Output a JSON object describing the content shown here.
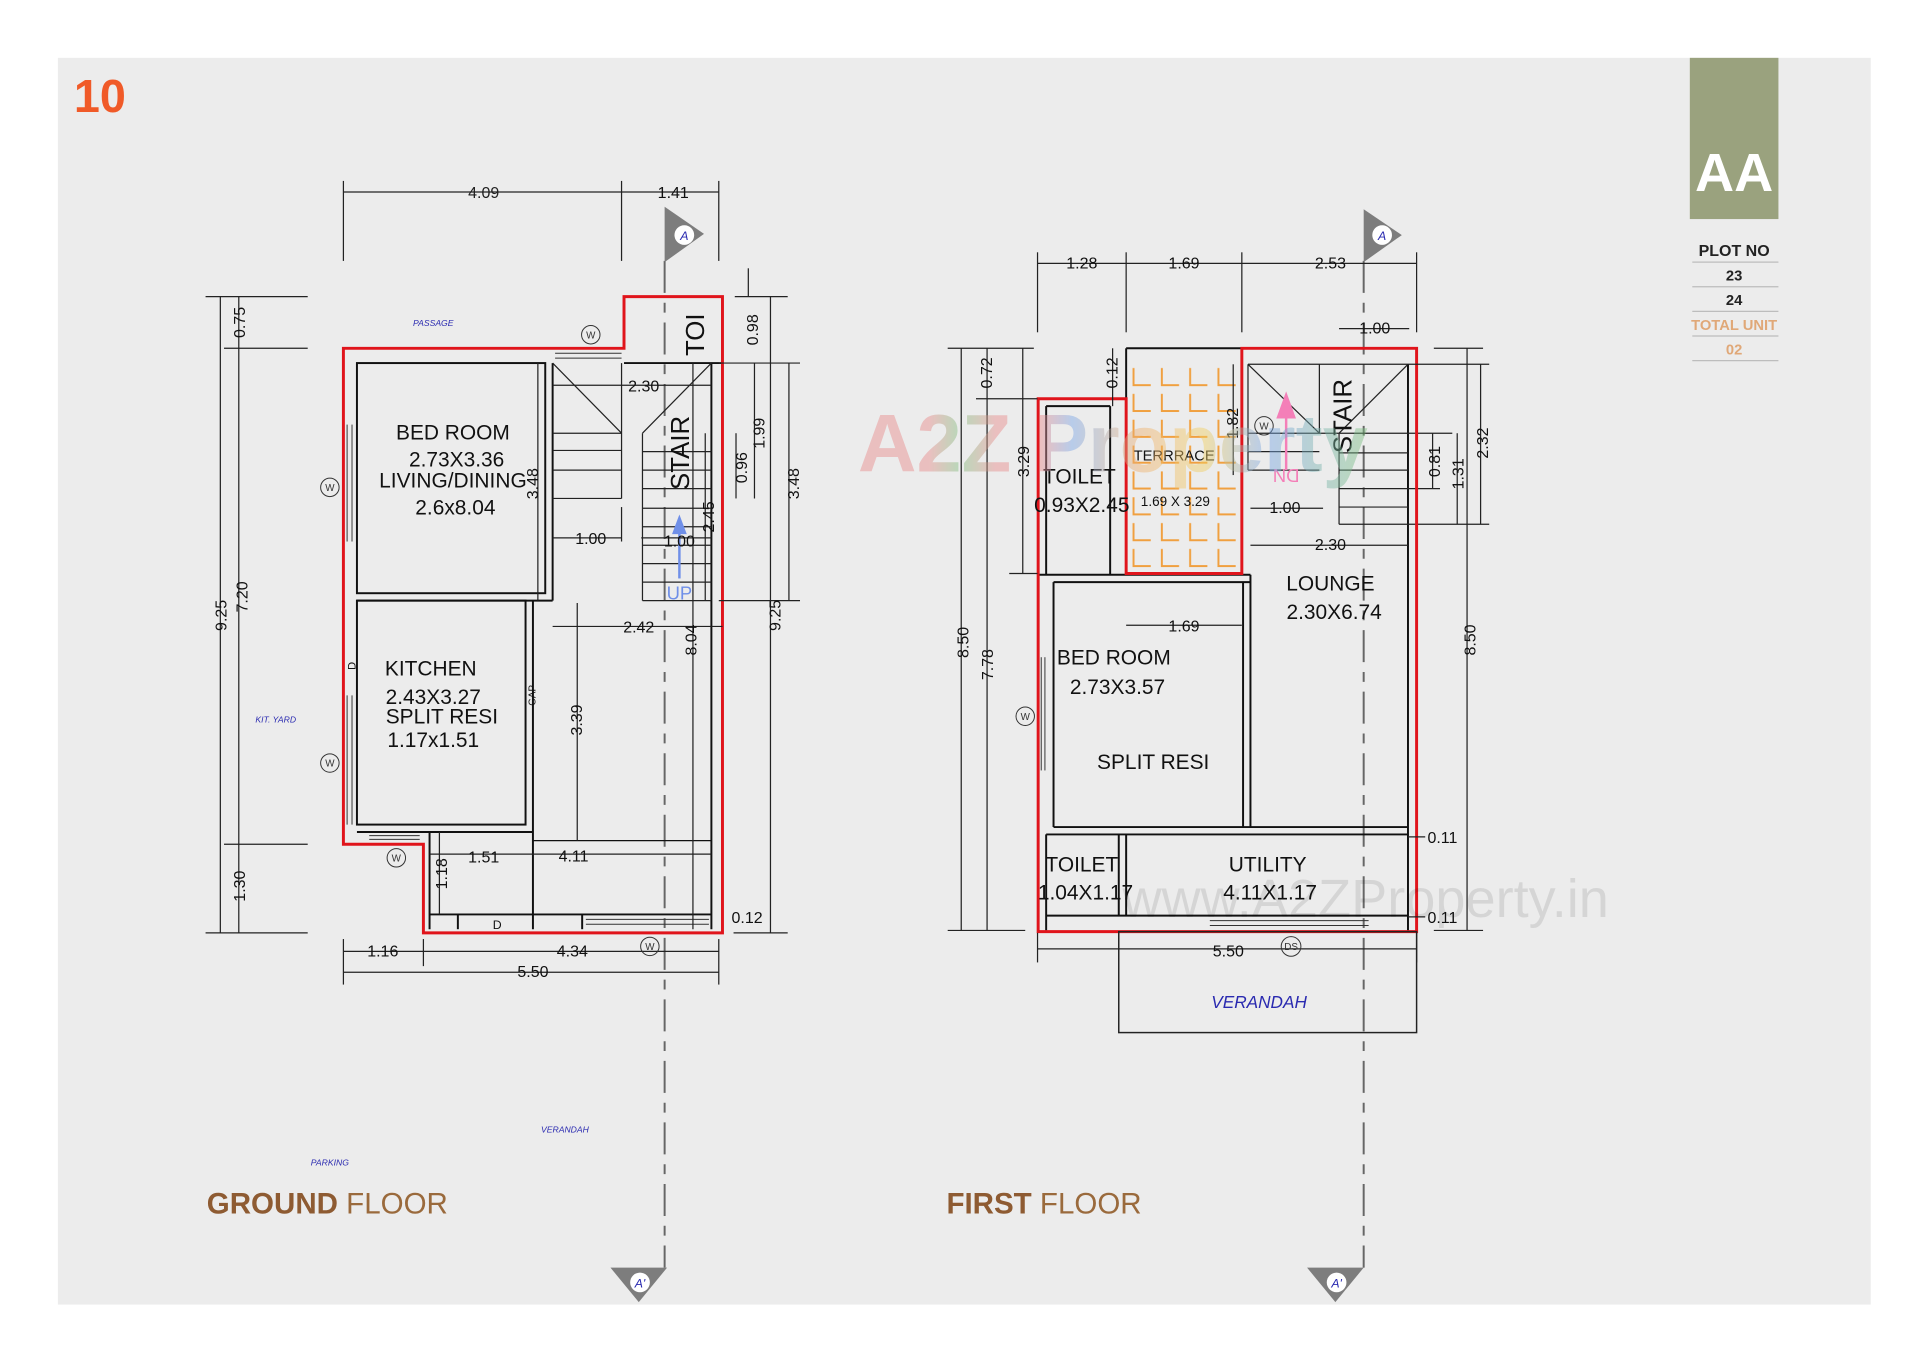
{
  "page_number": "10",
  "badge": {
    "code": "AA",
    "plot_no_label": "PLOT NO",
    "plots": [
      "23",
      "24"
    ],
    "total_unit_label": "TOTAL UNIT",
    "total_unit": "02"
  },
  "colors": {
    "page_number": "#f05a28",
    "badge_bg": "#9aa27e",
    "total_unit": "#e0a878",
    "floor_title": "#8e5b32",
    "outline": "#e0141b",
    "terrace_tiles": "#f0a040",
    "label_blue": "#2a2ab0",
    "stair_up": "#6f8fe8",
    "stair_down": "#f47fb8"
  },
  "watermarks": {
    "logo": "A2Z Property",
    "url": "www.A2ZProperty.in"
  },
  "section_marker": {
    "top": "A",
    "bottom": "A'"
  },
  "symbols": {
    "window": "W",
    "door": "D",
    "duct": "DS"
  },
  "ground_floor": {
    "title_bold": "GROUND",
    "title_rest": "FLOOR",
    "rooms": {
      "bed_room": "BED ROOM",
      "bed_room_size": "2.73X3.36",
      "living": "LIVING/DINING",
      "living_size": "2.6x8.04",
      "kitchen": "KITCHEN",
      "kitchen_size": "2.43X3.27",
      "split": "SPLIT RESI",
      "split_size": "1.17x1.51",
      "stair": "STAIR",
      "toilet": "TOI"
    },
    "labels": {
      "up": "UP",
      "passage": "PASSAGE",
      "kit_yard": "KIT. YARD",
      "parking": "PARKING",
      "verandah": "VERANDAH",
      "gap": "GAP"
    },
    "dims": [
      "4.09",
      "1.41",
      "0.75",
      "9.25",
      "7.20",
      "1.30",
      "0.98",
      "1.99",
      "0.96",
      "3.48",
      "9.25",
      "3.48",
      "2.30",
      "1.00",
      "1.00",
      "2.45",
      "2.42",
      "8.04",
      "3.39",
      "1.18",
      "1.51",
      "4.11",
      "0.12",
      "1.16",
      "4.34",
      "5.50"
    ]
  },
  "first_floor": {
    "title_bold": "FIRST",
    "title_rest": "FLOOR",
    "rooms": {
      "toilet1": "TOILET",
      "toilet1_size": "0.93X2.45",
      "terrace": "TERRRACE",
      "terrace_size": "1.69 X 3.29",
      "lounge": "LOUNGE",
      "lounge_size": "2.30X6.74",
      "bed_room": "BED ROOM",
      "bed_room_size": "2.73X3.57",
      "split": "SPLIT RESI",
      "toilet2": "TOILET",
      "toilet2_size": "1.04X1.17",
      "utility": "UTILITY",
      "utility_size": "4.11X1.17",
      "stair": "STAIR"
    },
    "labels": {
      "down": "DN",
      "verandah": "VERANDAH"
    },
    "dims": [
      "1.28",
      "1.69",
      "2.53",
      "1.00",
      "8.50",
      "7.78",
      "0.72",
      "3.29",
      "0.12",
      "1.82",
      "8.50",
      "2.32",
      "1.31",
      "0.81",
      "1.00",
      "2.30",
      "1.69",
      "0.11",
      "0.11",
      "5.50"
    ]
  }
}
